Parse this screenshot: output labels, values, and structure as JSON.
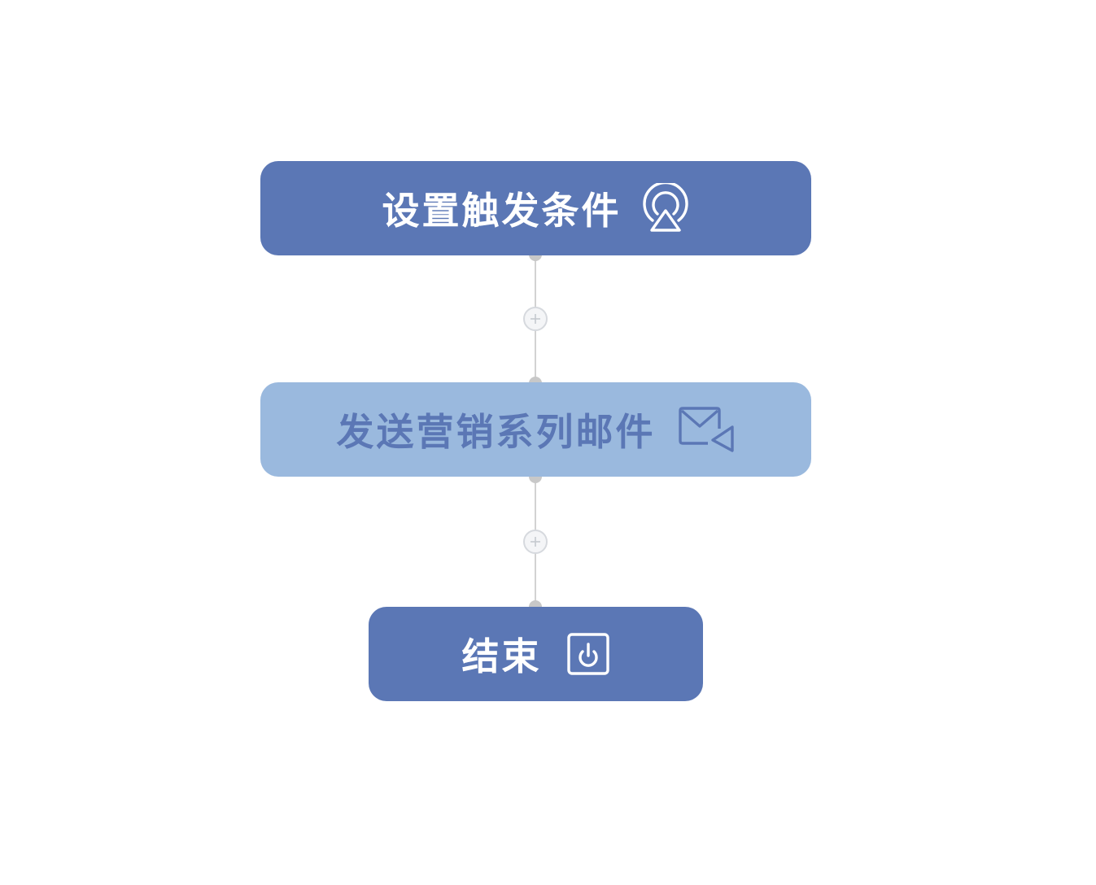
{
  "flow": {
    "nodes": [
      {
        "label": "设置触发条件",
        "icon": "trigger-broadcast-icon",
        "bg": "#5b77b5",
        "fg": "#ffffff"
      },
      {
        "label": "发送营销系列邮件",
        "icon": "mail-send-icon",
        "bg": "#9ab9de",
        "fg": "#5b77b5"
      },
      {
        "label": "结束",
        "icon": "power-icon",
        "bg": "#5b77b5",
        "fg": "#ffffff"
      }
    ],
    "connectors": [
      {
        "add_icon": "plus-icon"
      },
      {
        "add_icon": "plus-icon"
      }
    ]
  },
  "colors": {
    "connector_line": "#d2d2d2",
    "connector_dot": "#c8c8c8",
    "add_button_border": "#d6d9de"
  }
}
